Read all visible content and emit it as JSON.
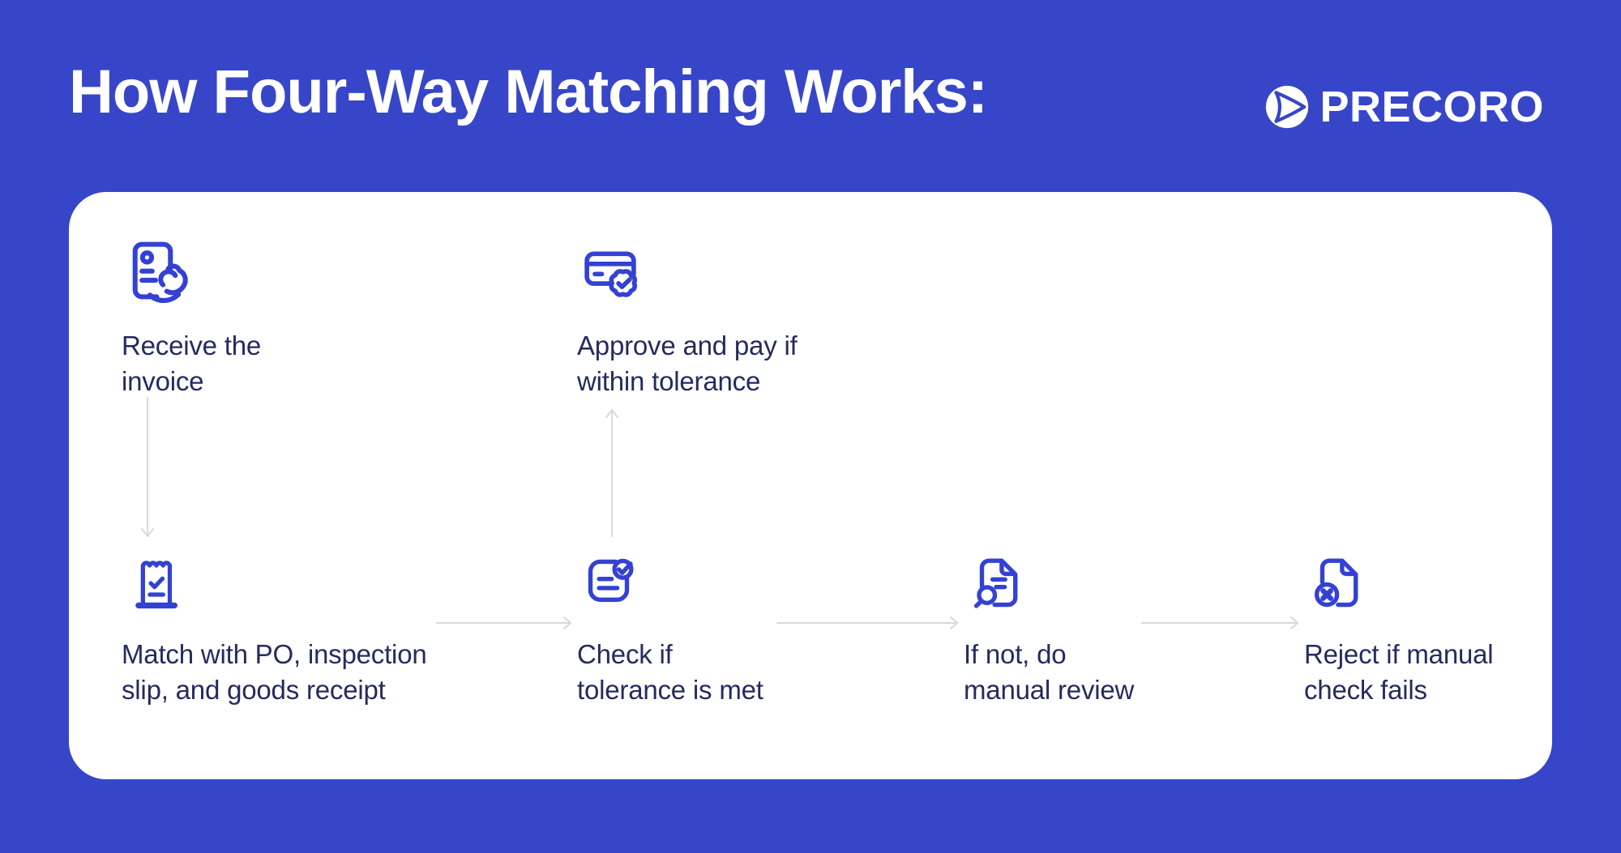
{
  "header": {
    "title": "How Four-Way Matching Works:",
    "logo_text": "PRECORO"
  },
  "colors": {
    "background": "#3746C9",
    "card": "#FFFFFF",
    "icon": "#3341D4",
    "text": "#242B5E",
    "arrow": "#D8D9DD"
  },
  "flow": {
    "steps": [
      {
        "id": "receive-invoice",
        "icon": "invoice-hand-icon",
        "lines": [
          "Receive the",
          "invoice"
        ]
      },
      {
        "id": "approve-pay",
        "icon": "card-check-icon",
        "lines": [
          "Approve and pay if",
          "within tolerance"
        ]
      },
      {
        "id": "match-documents",
        "icon": "receipt-check-icon",
        "lines": [
          "Match with PO, inspection",
          "slip, and goods receipt"
        ]
      },
      {
        "id": "check-tolerance",
        "icon": "document-check-icon",
        "lines": [
          "Check if",
          "tolerance is met"
        ]
      },
      {
        "id": "manual-review",
        "icon": "document-search-icon",
        "lines": [
          "If not, do",
          "manual review"
        ]
      },
      {
        "id": "reject",
        "icon": "document-x-icon",
        "lines": [
          "Reject if manual",
          "check fails"
        ]
      }
    ]
  }
}
